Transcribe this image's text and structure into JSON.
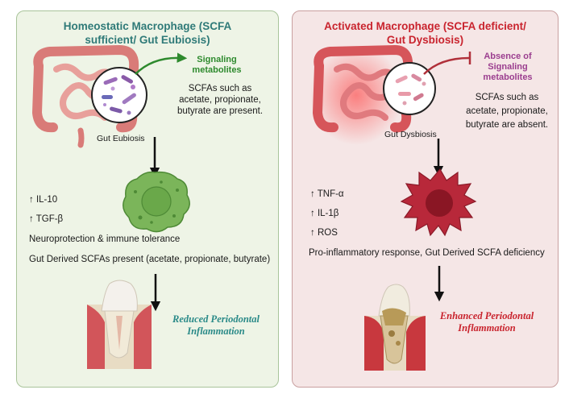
{
  "left": {
    "title": "Homeostatic Macrophage (SCFA sufficient/ Gut Eubiosis)",
    "signal_label": "Signaling metabolites",
    "scfa_note": [
      "SCFAs such as",
      "acetate, propionate,",
      "butyrate are present."
    ],
    "gut_label": "Gut Eubiosis",
    "markers": [
      "↑ IL-10",
      "↑ TGF-β"
    ],
    "effect1": "Neuroprotection & immune tolerance",
    "effect2": "Gut Derived SCFAs present (acetate, propionate, butyrate)",
    "outcome": "Reduced Periodontal Inflammation"
  },
  "right": {
    "title": "Activated Macrophage (SCFA deficient/ Gut Dysbiosis)",
    "signal_label": "Absence of Signaling metabolites",
    "scfa_note": [
      "SCFAs such as",
      "acetate, propionate,",
      "butyrate are absent."
    ],
    "gut_label": "Gut Dysbiosis",
    "markers": [
      "↑ TNF-α",
      "↑ IL-1β",
      "↑ ROS"
    ],
    "effect1": "Pro-inflammatory response, Gut Derived SCFA deficiency",
    "outcome": "Enhanced Periodontal Inflammation"
  },
  "colors": {
    "green_title": "#2f7a78",
    "signal_green": "#2e8a2e",
    "red_title": "#c9242e",
    "signal_purple": "#9b3e8f",
    "outcome_teal": "#2a8a88",
    "outcome_red": "#c9242e"
  }
}
